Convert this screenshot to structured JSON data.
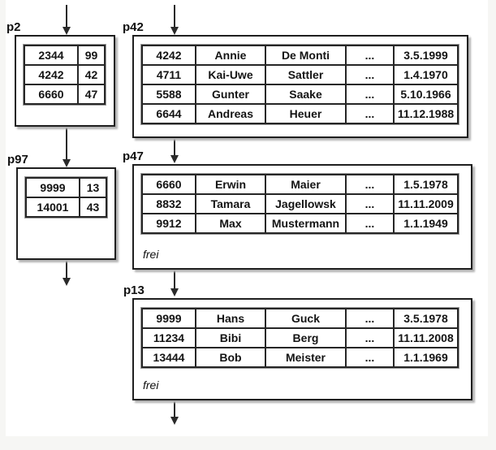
{
  "pages": {
    "p2": {
      "label": "p2",
      "rows": [
        [
          "2344",
          "99"
        ],
        [
          "4242",
          "42"
        ],
        [
          "6660",
          "47"
        ]
      ]
    },
    "p97": {
      "label": "p97",
      "rows": [
        [
          "9999",
          "13"
        ],
        [
          "14001",
          "43"
        ]
      ]
    },
    "p42": {
      "label": "p42",
      "rows": [
        [
          "4242",
          "Annie",
          "De Monti",
          "...",
          "3.5.1999"
        ],
        [
          "4711",
          "Kai-Uwe",
          "Sattler",
          "...",
          "1.4.1970"
        ],
        [
          "5588",
          "Gunter",
          "Saake",
          "...",
          "5.10.1966"
        ],
        [
          "6644",
          "Andreas",
          "Heuer",
          "...",
          "11.12.1988"
        ]
      ]
    },
    "p47": {
      "label": "p47",
      "free_label": "frei",
      "rows": [
        [
          "6660",
          "Erwin",
          "Maier",
          "...",
          "1.5.1978"
        ],
        [
          "8832",
          "Tamara",
          "Jagellowsk",
          "...",
          "11.11.2009"
        ],
        [
          "9912",
          "Max",
          "Mustermann",
          "...",
          "1.1.1949"
        ]
      ]
    },
    "p13": {
      "label": "p13",
      "free_label": "frei",
      "rows": [
        [
          "9999",
          "Hans",
          "Guck",
          "...",
          "3.5.1978"
        ],
        [
          "11234",
          "Bibi",
          "Berg",
          "...",
          "11.11.2008"
        ],
        [
          "13444",
          "Bob",
          "Meister",
          "...",
          "1.1.1969"
        ]
      ]
    }
  }
}
